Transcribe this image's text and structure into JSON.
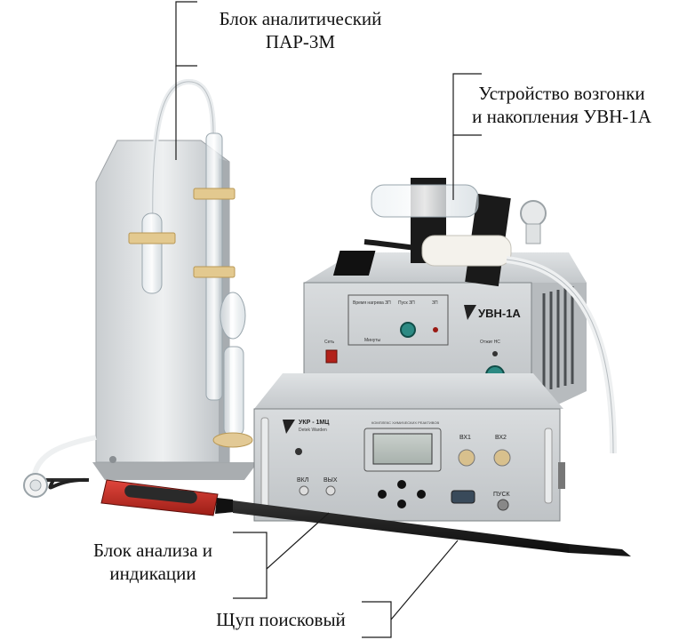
{
  "labels": {
    "analytic_block_line1": "Блок аналитический",
    "analytic_block_line2": "ПАР-3М",
    "sublimation_line1": "Устройство возгонки",
    "sublimation_line2": "и накопления УВН-1А",
    "analysis_block_line1": "Блок анализа и",
    "analysis_block_line2": "индикации",
    "probe": "Щуп поисковый"
  },
  "uvn_panel": {
    "model": "УВН-1А",
    "time_label": "Время нагрева ЗП",
    "start_label": "Пуск ЗП",
    "zp_label": "ЗП",
    "minutes_label": "Минуты",
    "power_label": "Сеть",
    "ns_label": "Отжиг НС"
  },
  "ukr_panel": {
    "model": "УКР - 1МЦ",
    "subtitle": "Detek Warden",
    "header": "КОМПЛЕКС ХИМИЧЕСКИХ РЕАКТИВОВ",
    "vx1": "ВХ1",
    "vx2": "ВХ2",
    "vkl": "ВКЛ",
    "vyh": "ВЫХ",
    "pusk": "ПУСК"
  }
}
